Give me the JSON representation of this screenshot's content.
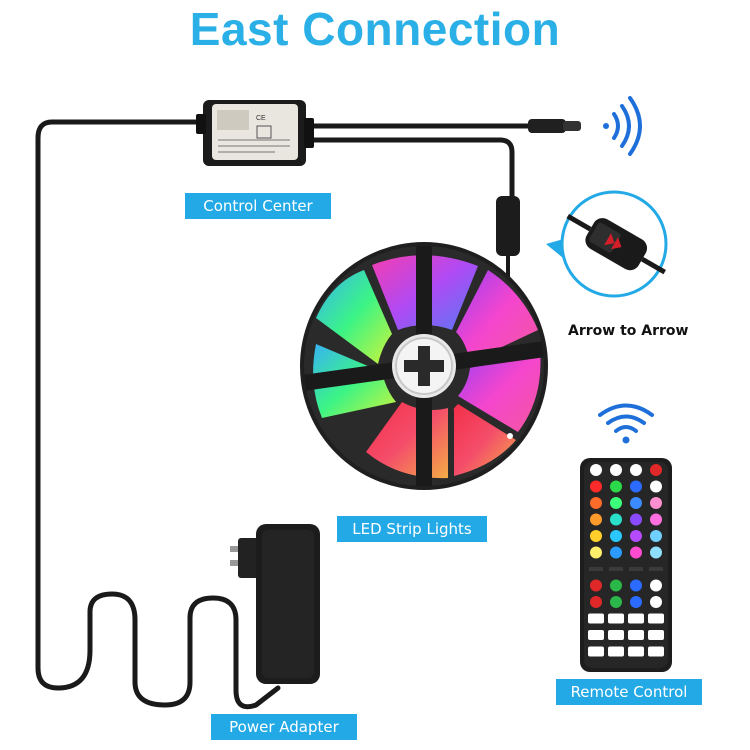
{
  "title": "East Connection",
  "labels": {
    "control_center": "Control Center",
    "arrow_to_arrow": "Arrow to Arrow",
    "led_strip": "LED Strip Lights",
    "remote_control": "Remote Control",
    "power_adapter": "Power Adapter"
  },
  "colors": {
    "title": "#2ab0e6",
    "label_bg": "#23a9e6",
    "cable": "#1a1a1a"
  },
  "icons": [
    "wifi-signal-icon",
    "wifi-remote-icon"
  ]
}
